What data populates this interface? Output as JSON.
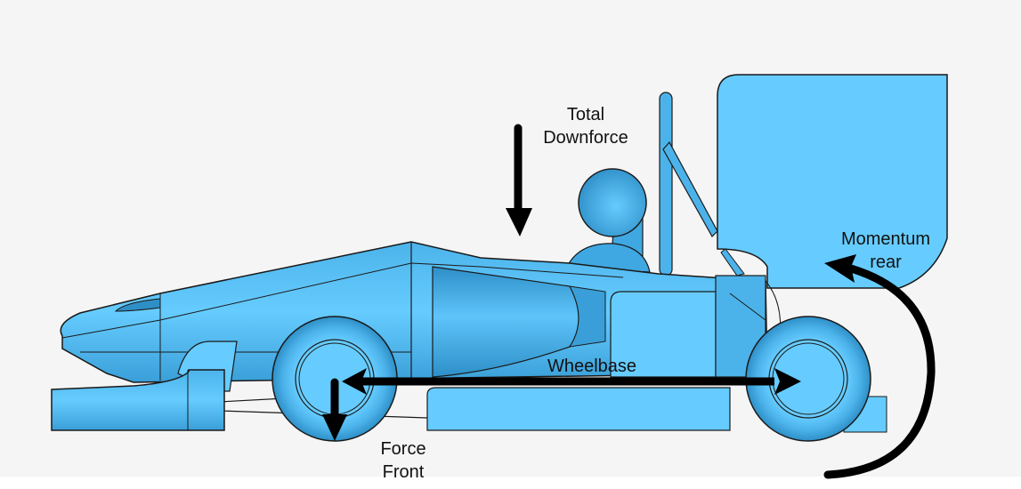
{
  "diagram": {
    "title": "Race car side view — load distribution",
    "colors": {
      "background": "#f5f5f5",
      "body_light": "#66ccff",
      "body_mid": "#4cb3ea",
      "body_dark": "#2e8fc7",
      "outline": "#1a1a1a",
      "arrow": "#000000"
    },
    "labels": {
      "total_downforce": [
        "Total",
        "Downforce"
      ],
      "momentum_rear": [
        "Momentum",
        "rear"
      ],
      "wheelbase": "Wheelbase",
      "force_front": [
        "Force",
        "Front"
      ]
    },
    "parts": [
      "front-wing",
      "nose",
      "sidepod",
      "cockpit",
      "driver-helmet",
      "roll-hoop",
      "rear-wing",
      "front-wheel",
      "rear-wheel",
      "floor"
    ]
  }
}
